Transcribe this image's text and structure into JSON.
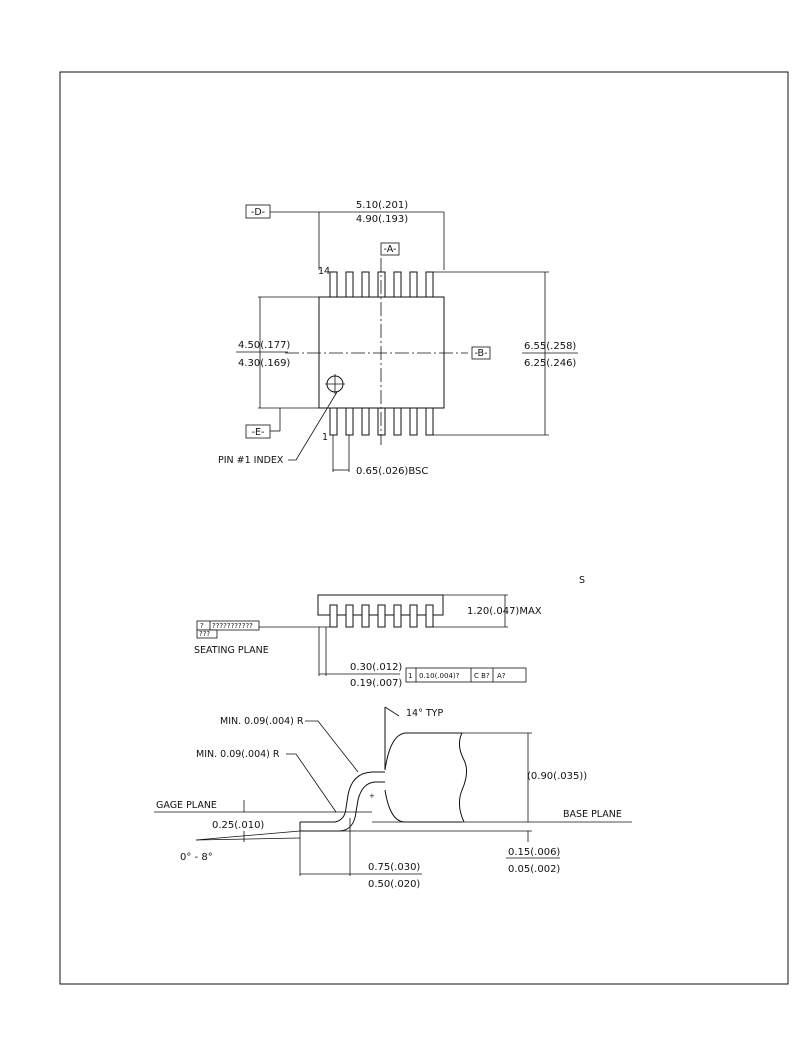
{
  "top_view": {
    "datum_d": "-D-",
    "datum_a": "-A-",
    "datum_b": "-B-",
    "datum_e": "-E-",
    "width_max": "5.10(.201)",
    "width_min": "4.90(.193)",
    "body_max": "4.50(.177)",
    "body_min": "4.30(.169)",
    "span_max": "6.55(.258)",
    "span_min": "6.25(.246)",
    "pin14": "14",
    "pin1": "1",
    "pin1_index": "PIN #1 INDEX",
    "pitch": "0.65(.026)BSC"
  },
  "side_view": {
    "height_max": "1.20(.047)MAX",
    "seating_plane": "SEATING PLANE",
    "fcf1_a": "?",
    "fcf1_b": "???????????",
    "fcf1_c": "???",
    "lead_w_max": "0.30(.012)",
    "lead_w_min": "0.19(.007)",
    "fcf2_a": "1",
    "fcf2_b": "0.10(.004)?",
    "fcf2_c": "C B?",
    "fcf2_d": "A?",
    "stray": "S"
  },
  "detail_view": {
    "radius1": "MIN. 0.09(.004) R",
    "radius2": "MIN. 0.09(.004) R",
    "angle_typ": "14° TYP",
    "gage_plane": "GAGE PLANE",
    "gage_dim": "0.25(.010)",
    "foot_angle": "0° - 8°",
    "foot_max": "0.75(.030)",
    "foot_min": "0.50(.020)",
    "standoff_ref": "(0.90(.035))",
    "base_plane": "BASE PLANE",
    "standoff_max": "0.15(.006)",
    "standoff_min": "0.05(.002)"
  }
}
